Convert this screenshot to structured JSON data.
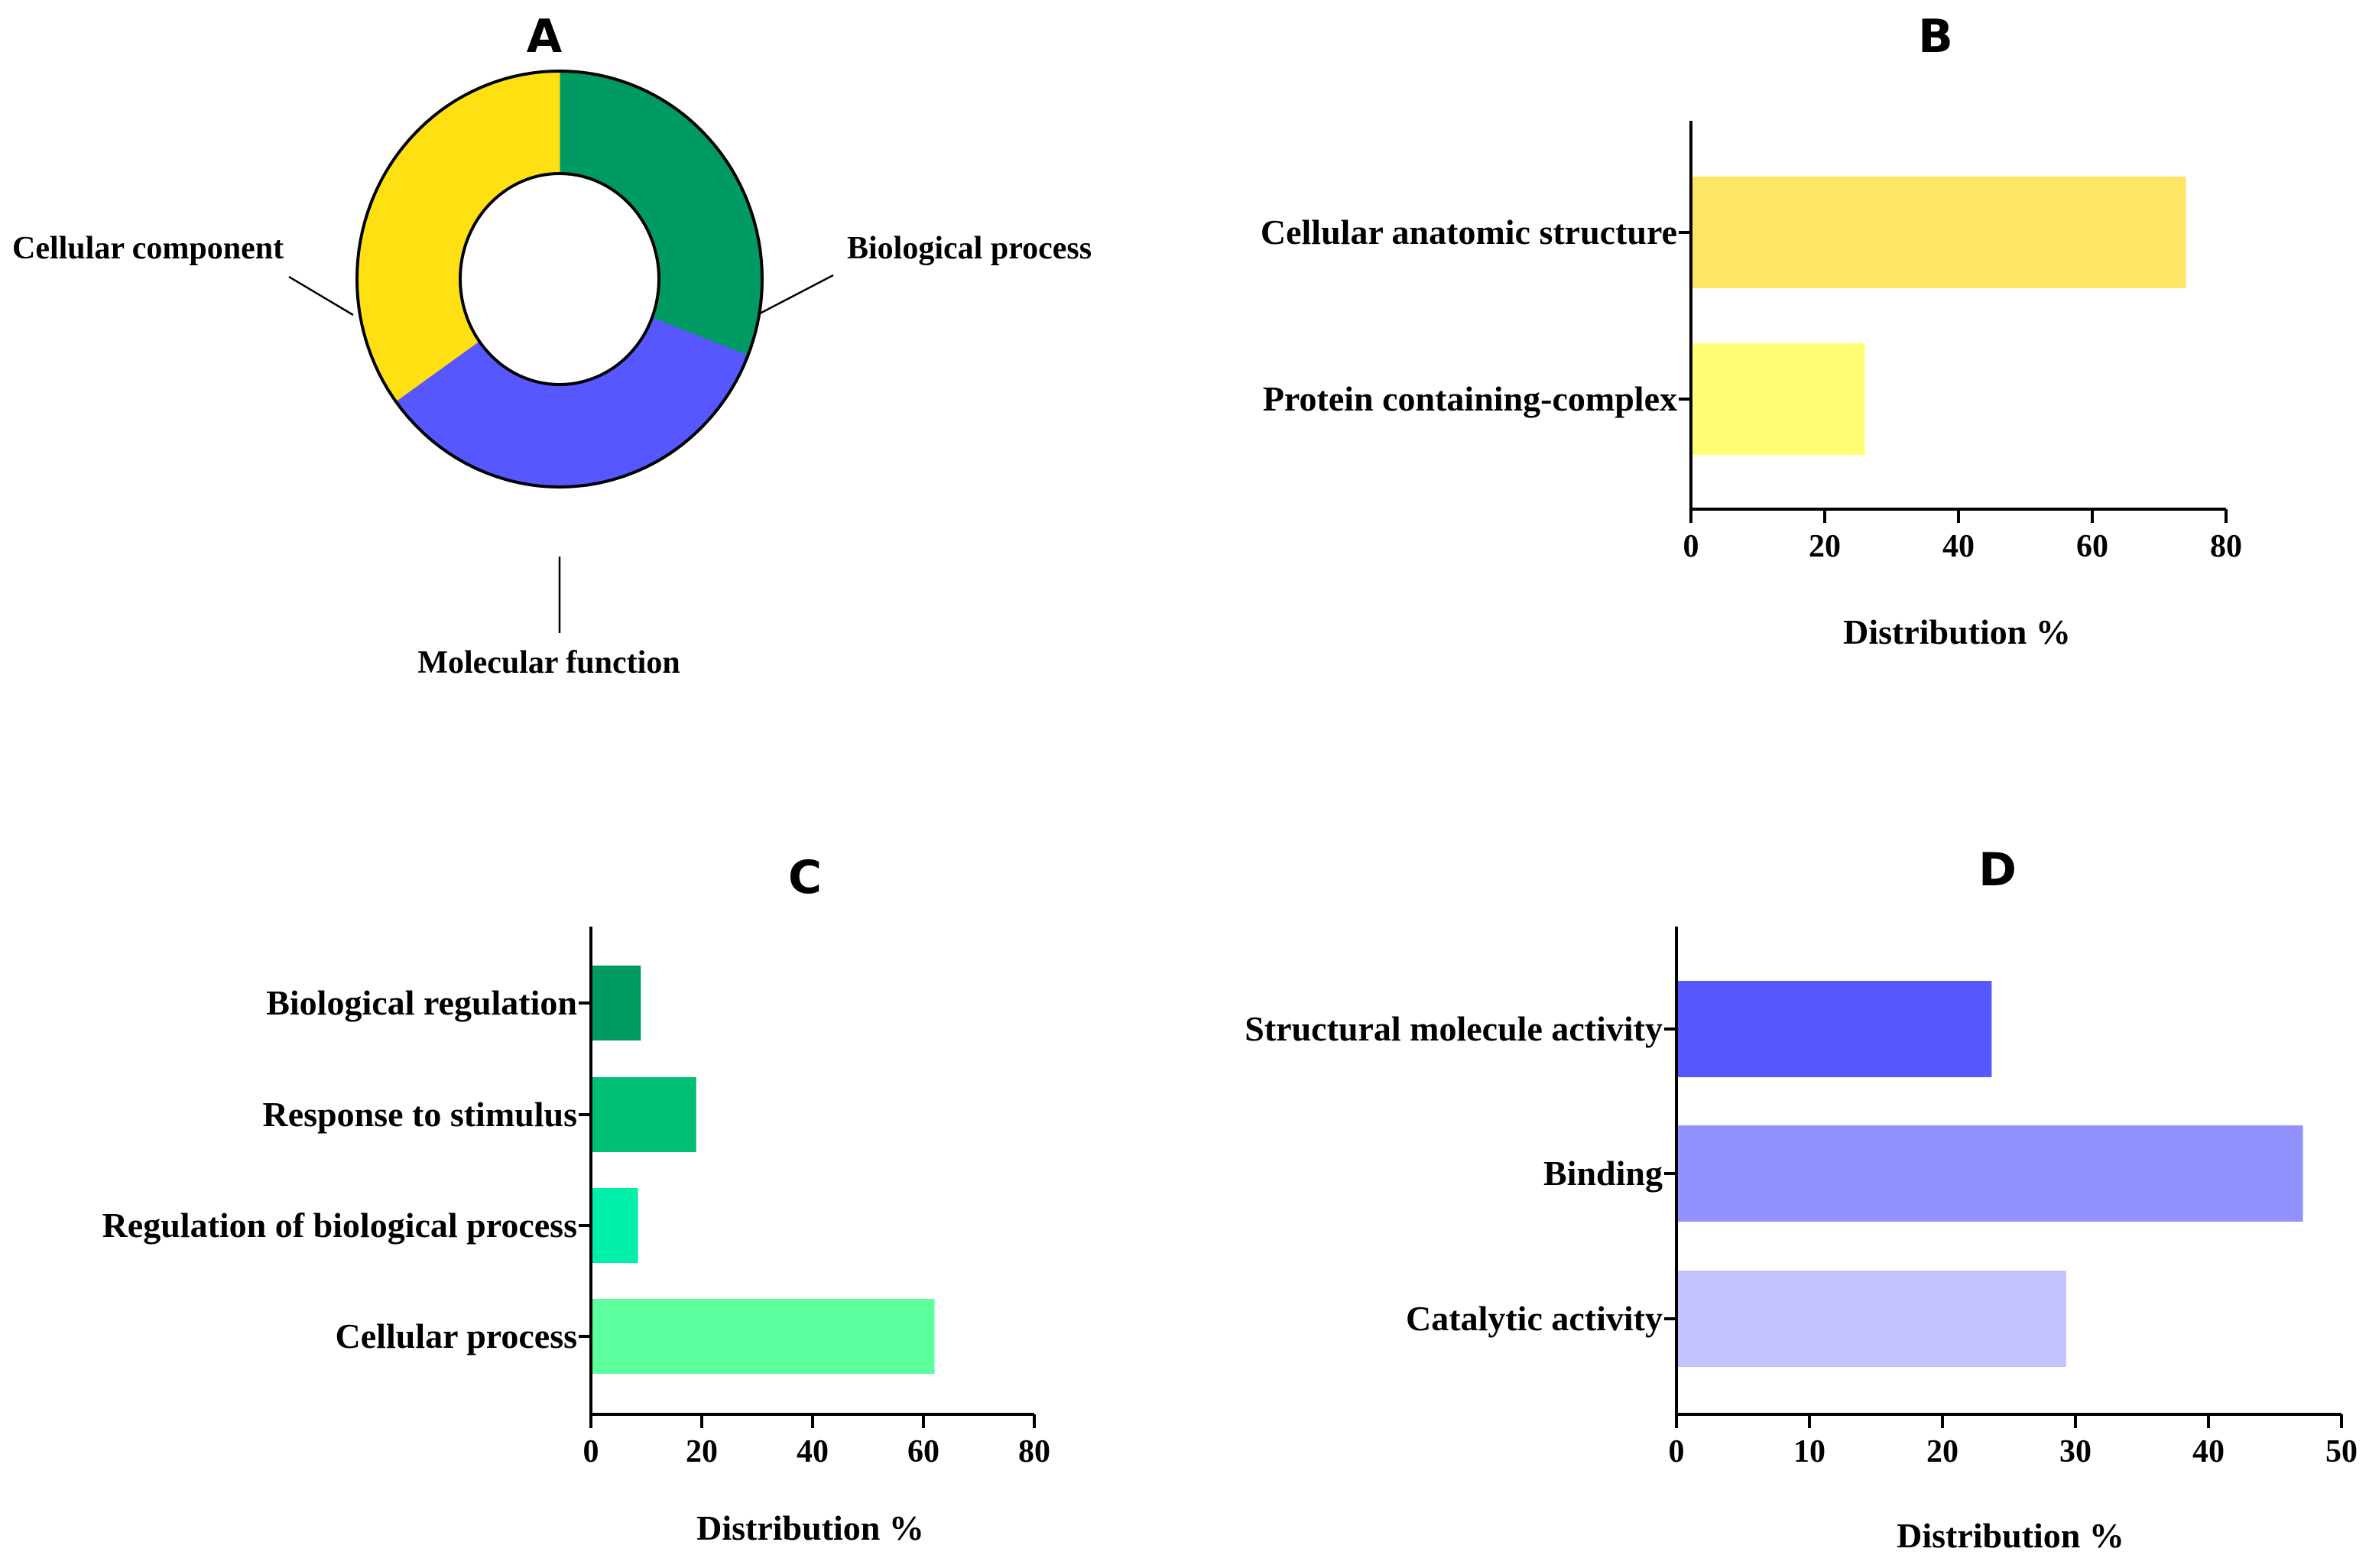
{
  "chart_data": [
    {
      "panel": "A",
      "type": "pie",
      "donut": true,
      "title": "A",
      "slices": [
        {
          "label": "Biological process",
          "value": 31,
          "color": "#009B62"
        },
        {
          "label": "Molecular function",
          "value": 34,
          "color": "#5757FF"
        },
        {
          "label": "Cellular component",
          "value": 35,
          "color": "#FFE013"
        }
      ]
    },
    {
      "panel": "B",
      "type": "bar",
      "orientation": "horizontal",
      "title": "B",
      "categories": [
        "Cellular anatomic structure",
        "Protein containing-complex"
      ],
      "values": [
        74,
        26
      ],
      "colors": [
        "#FFE566",
        "#FFFF77"
      ],
      "xlabel": "Distribution %",
      "ylabel": "",
      "xlim": [
        0,
        80
      ],
      "xticks": [
        0,
        20,
        40,
        60,
        80
      ]
    },
    {
      "panel": "C",
      "type": "bar",
      "orientation": "horizontal",
      "title": "C",
      "categories": [
        "Biological regulation",
        "Response to stimulus",
        "Regulation of biological process",
        "Cellular process"
      ],
      "values": [
        9,
        19,
        8.5,
        62
      ],
      "colors": [
        "#009B62",
        "#00BF75",
        "#00F0AA",
        "#5CFF9B"
      ],
      "xlabel": "Distribution %",
      "ylabel": "",
      "xlim": [
        0,
        80
      ],
      "xticks": [
        0,
        20,
        40,
        60,
        80
      ]
    },
    {
      "panel": "D",
      "type": "bar",
      "orientation": "horizontal",
      "title": "D",
      "categories": [
        "Structural molecule activity",
        "Binding",
        "Catalytic activity"
      ],
      "values": [
        23.7,
        47.1,
        29.3
      ],
      "colors": [
        "#5757FF",
        "#9292FF",
        "#C2C2FF"
      ],
      "xlabel": "Distribution %",
      "ylabel": "",
      "xlim": [
        0,
        50
      ],
      "xticks": [
        0,
        10,
        20,
        30,
        40,
        50
      ]
    }
  ]
}
